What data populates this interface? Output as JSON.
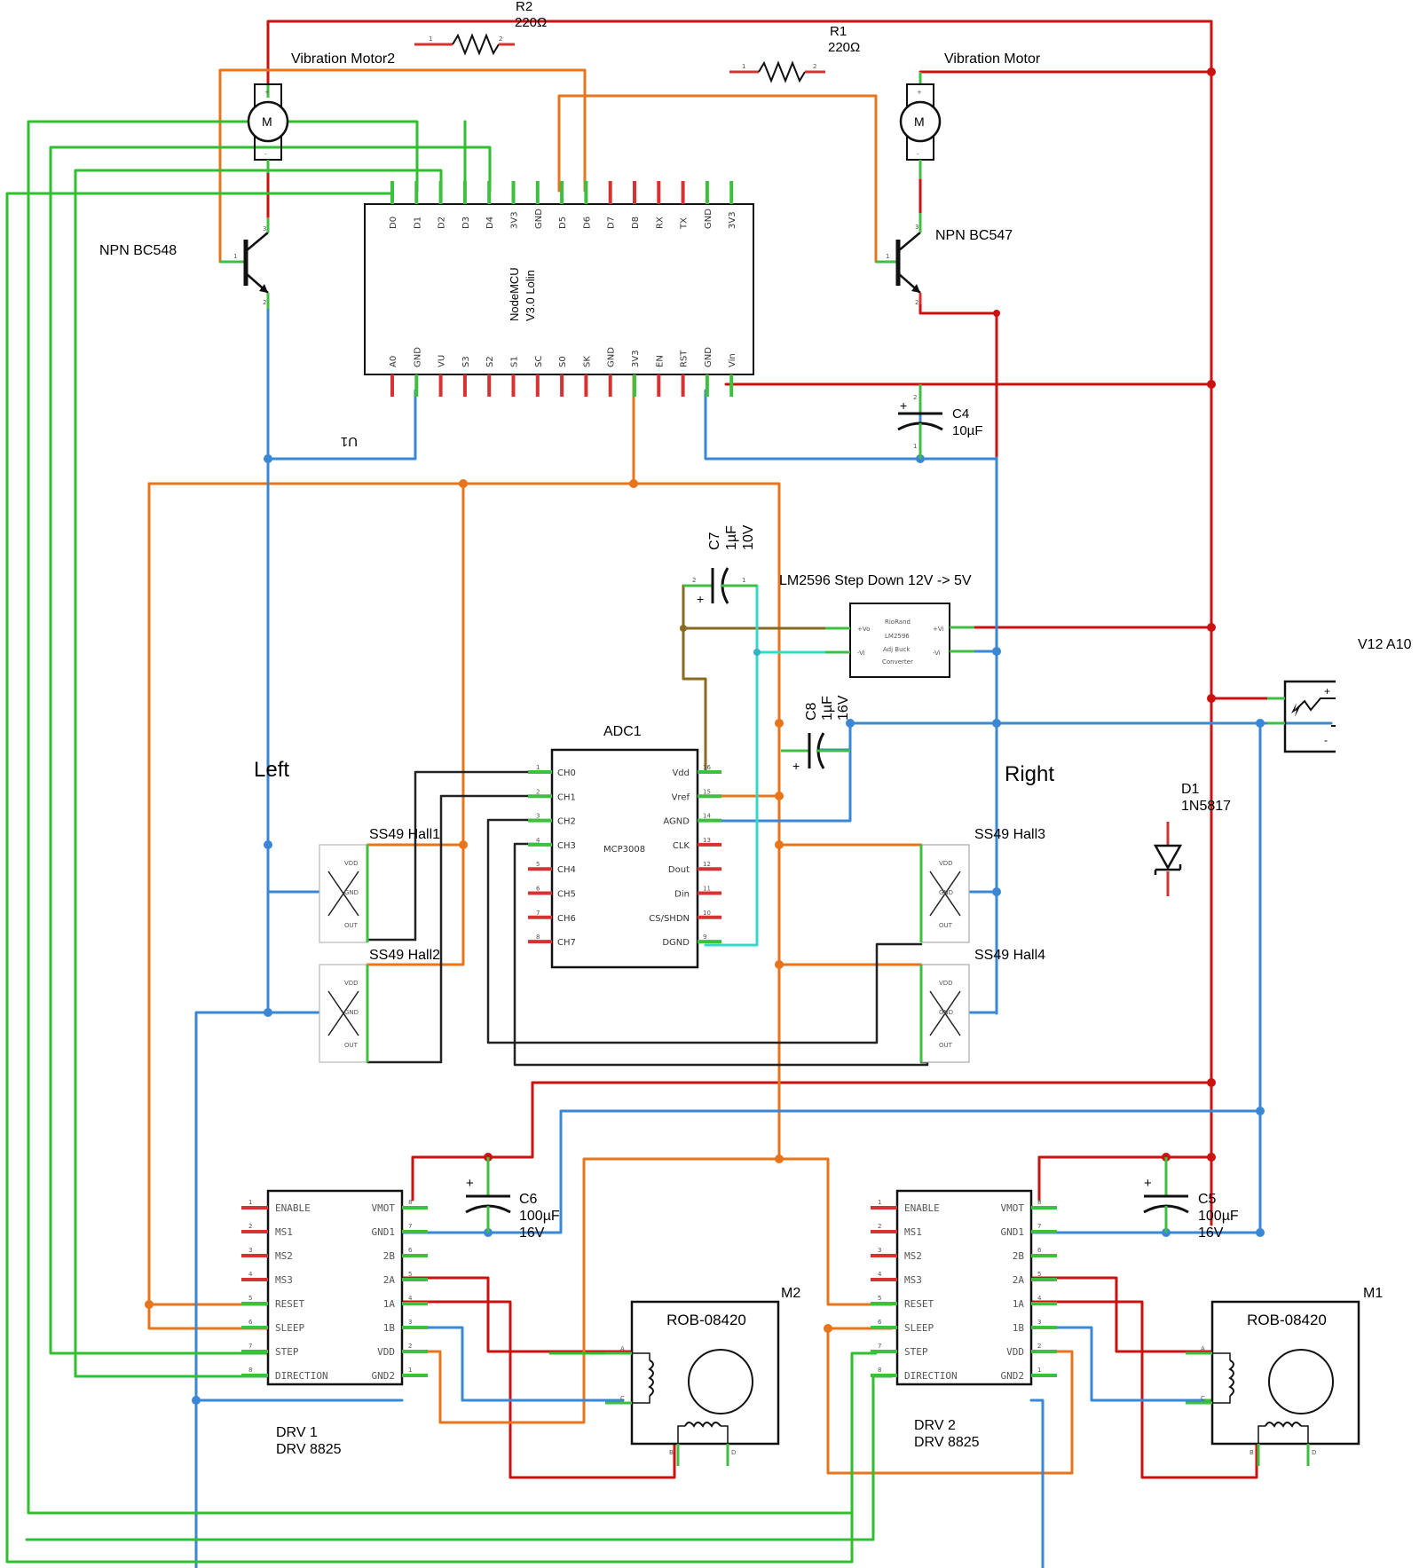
{
  "colors": {
    "red": "#cc1111",
    "orange": "#e8741c",
    "blue": "#3a87d6",
    "green": "#2fbf2f",
    "black": "#222222",
    "brown": "#8a6a1e",
    "cyan": "#35d8c8",
    "pin_red": "#d63232",
    "pin_green": "#3fbf3f"
  },
  "labels": {
    "r2": "R2",
    "r2_val": "220Ω",
    "r1": "R1",
    "r1_val": "220Ω",
    "vib_motor2": "Vibration Motor2",
    "vib_motor": "Vibration Motor",
    "npn_bc548": "NPN BC548",
    "npn_bc547": "NPN BC547",
    "u1": "U1",
    "c4": "C4",
    "c4_val": "10µF",
    "c7": "C7",
    "c7_val": "1µF",
    "c7_volt": "10V",
    "lm2596": "LM2596 Step Down 12V -> 5V",
    "v12": "V12 A10",
    "adc1": "ADC1",
    "c8": "C8",
    "c8_val": "1µF",
    "c8_volt": "16V",
    "left": "Left",
    "right": "Right",
    "d1": "D1",
    "d1_val": "1N5817",
    "hall1": "SS49 Hall1",
    "hall2": "SS49 Hall2",
    "hall3": "SS49 Hall3",
    "hall4": "SS49 Hall4",
    "c6": "C6",
    "c6_val": "100µF",
    "c6_volt": "16V",
    "c5": "C5",
    "c5_val": "100µF",
    "c5_volt": "16V",
    "m2": "M2",
    "m1": "M1",
    "rob1": "ROB-08420",
    "rob2": "ROB-08420",
    "drv1": "DRV 1",
    "drv1_type": "DRV 8825",
    "drv2": "DRV 2",
    "drv2_type": "DRV 8825"
  },
  "nodemcu": {
    "name_line1": "NodeMCU",
    "name_line2": "V3.0 Lolin",
    "top_pins": [
      "D0",
      "D1",
      "D2",
      "D3",
      "D4",
      "3V3",
      "GND",
      "D5",
      "D6",
      "D7",
      "D8",
      "RX",
      "TX",
      "GND",
      "3V3"
    ],
    "bottom_pins": [
      "A0",
      "GND",
      "VU",
      "S3",
      "S2",
      "S1",
      "SC",
      "S0",
      "SK",
      "GND",
      "3V3",
      "EN",
      "RST",
      "GND",
      "Vin"
    ]
  },
  "mcp3008": {
    "name": "MCP3008",
    "left_pins": [
      "CH0",
      "CH1",
      "CH2",
      "CH3",
      "CH4",
      "CH5",
      "CH6",
      "CH7"
    ],
    "right_pins": [
      "Vdd",
      "Vref",
      "AGND",
      "CLK",
      "Dout",
      "Din",
      "CS/SHDN",
      "DGND"
    ],
    "left_nums": [
      "1",
      "2",
      "3",
      "4",
      "5",
      "6",
      "7",
      "8"
    ],
    "right_nums": [
      "16",
      "15",
      "14",
      "13",
      "12",
      "11",
      "10",
      "9"
    ]
  },
  "converter": {
    "line1": "RioRand",
    "line2": "LM2596",
    "line3": "Adj Buck",
    "line4": "Converter",
    "pin_vo_p": "+Vo",
    "pin_vi_m_left": "-Vi",
    "pin_vi_p": "+Vi",
    "pin_vi_m_right": "-Vi"
  },
  "hall_pins": {
    "vdd": "VDD",
    "gnd": "GND",
    "out": "OUT"
  },
  "drv8825": {
    "left_pins": [
      "ENABLE",
      "MS1",
      "MS2",
      "MS3",
      "RESET",
      "SLEEP",
      "STEP",
      "DIRECTION"
    ],
    "right_pins": [
      "VMOT",
      "GND1",
      "2B",
      "2A",
      "1A",
      "1B",
      "VDD",
      "GND2"
    ],
    "left_nums": [
      "1",
      "2",
      "3",
      "4",
      "5",
      "6",
      "7",
      "8"
    ],
    "right_nums": [
      "8",
      "7",
      "6",
      "5",
      "4",
      "3",
      "2",
      "1"
    ]
  },
  "stepper_pins": {
    "a": "A",
    "c": "C",
    "b": "B",
    "d": "D"
  },
  "motor_letter": "M",
  "transistor_pins": {
    "p1": "1",
    "p2": "2",
    "p3": "3"
  }
}
